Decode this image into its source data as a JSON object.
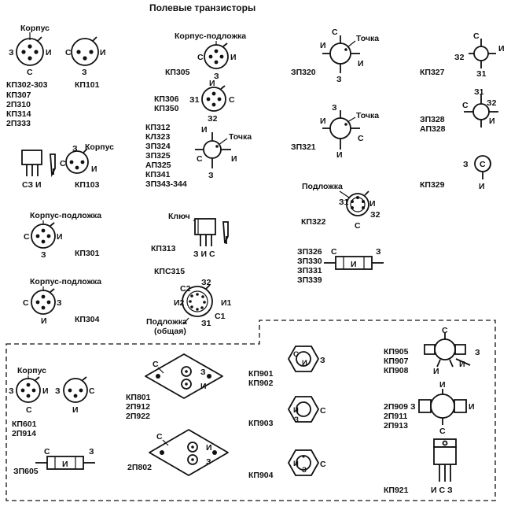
{
  "title": "Полевые транзисторы",
  "pins": {
    "s": "С",
    "z": "З",
    "i": "И",
    "z1": "З1",
    "z2": "З2",
    "s1": "С1",
    "s2": "С2",
    "i1": "И1",
    "i2": "И2"
  },
  "labels": {
    "korpus": "Корпус",
    "korpus_podlozhka": "Корпус-подложка",
    "tochka": "Точка",
    "podlozhka": "Подложка",
    "klyuch": "Ключ",
    "podlozhka_obshchaya_1": "Подложка",
    "podlozhka_obshchaya_2": "(общая)",
    "szi": "СЗ И",
    "zis": "З И С",
    "isz": "И С З"
  },
  "groups": {
    "kp302": [
      "КП302-303",
      "КП307",
      "2П310",
      "КП314",
      "2П333"
    ],
    "kp101": [
      "КП101"
    ],
    "kp305": [
      "КП305"
    ],
    "kp306": [
      "КП306",
      "КП350"
    ],
    "kp312": [
      "КП312",
      "КЛ323",
      "ЗП324",
      "ЗП325",
      "АП325",
      "КП341",
      "ЗП343-344"
    ],
    "zp320": [
      "ЗП320"
    ],
    "kp327": [
      "КП327"
    ],
    "zp321": [
      "ЗП321"
    ],
    "zp328": [
      "ЗП328",
      "АП328"
    ],
    "kp103": [
      "КП103"
    ],
    "kp329": [
      "КП329"
    ],
    "kp322": [
      "КП322"
    ],
    "kp301": [
      "КП301"
    ],
    "kp313": [
      "КП313"
    ],
    "zp326": [
      "ЗП326",
      "ЗП330",
      "ЗП331",
      "ЗП339"
    ],
    "kps315": [
      "КПС315"
    ],
    "kp304": [
      "КП304"
    ],
    "kp601": [
      "КП601",
      "2П914"
    ],
    "kp801": [
      "КП801",
      "2П912",
      "2П922"
    ],
    "kp901": [
      "КП901",
      "КП902"
    ],
    "kp905": [
      "КП905",
      "КП907",
      "КП908"
    ],
    "p909": [
      "2П909",
      "2П911",
      "2П913"
    ],
    "kp903": [
      "КП903"
    ],
    "zp605": [
      "ЗП605"
    ],
    "p802": [
      "2П802"
    ],
    "kp904": [
      "КП904"
    ],
    "kp921": [
      "КП921"
    ]
  }
}
